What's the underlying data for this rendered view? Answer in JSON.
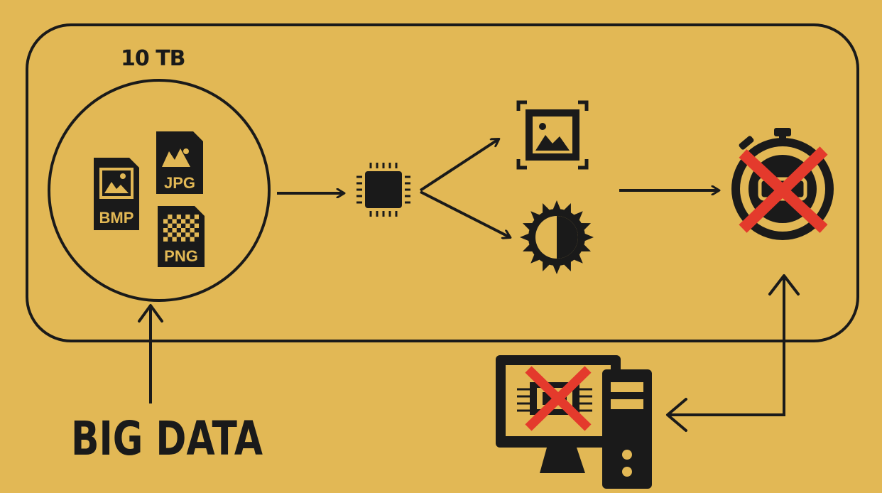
{
  "diagram": {
    "storage_label": "10 TB",
    "big_data_label": "BIG DATA",
    "files": [
      {
        "type": "BMP"
      },
      {
        "type": "JPG"
      },
      {
        "type": "PNG"
      }
    ],
    "nodes": [
      "image-files",
      "processor-chip",
      "crop-image",
      "contrast-adjust",
      "stopwatch",
      "desktop-computer"
    ],
    "icons": [
      "bmp-file-icon",
      "jpg-file-icon",
      "png-file-icon",
      "cpu-chip-icon",
      "crop-image-icon",
      "brightness-contrast-icon",
      "stopwatch-icon",
      "desktop-computer-icon"
    ],
    "crossed_out": [
      "stopwatch",
      "computer-processor"
    ],
    "colors": {
      "background": "#e2b855",
      "ink": "#1a1a1a",
      "cross": "#e43a2c"
    }
  }
}
